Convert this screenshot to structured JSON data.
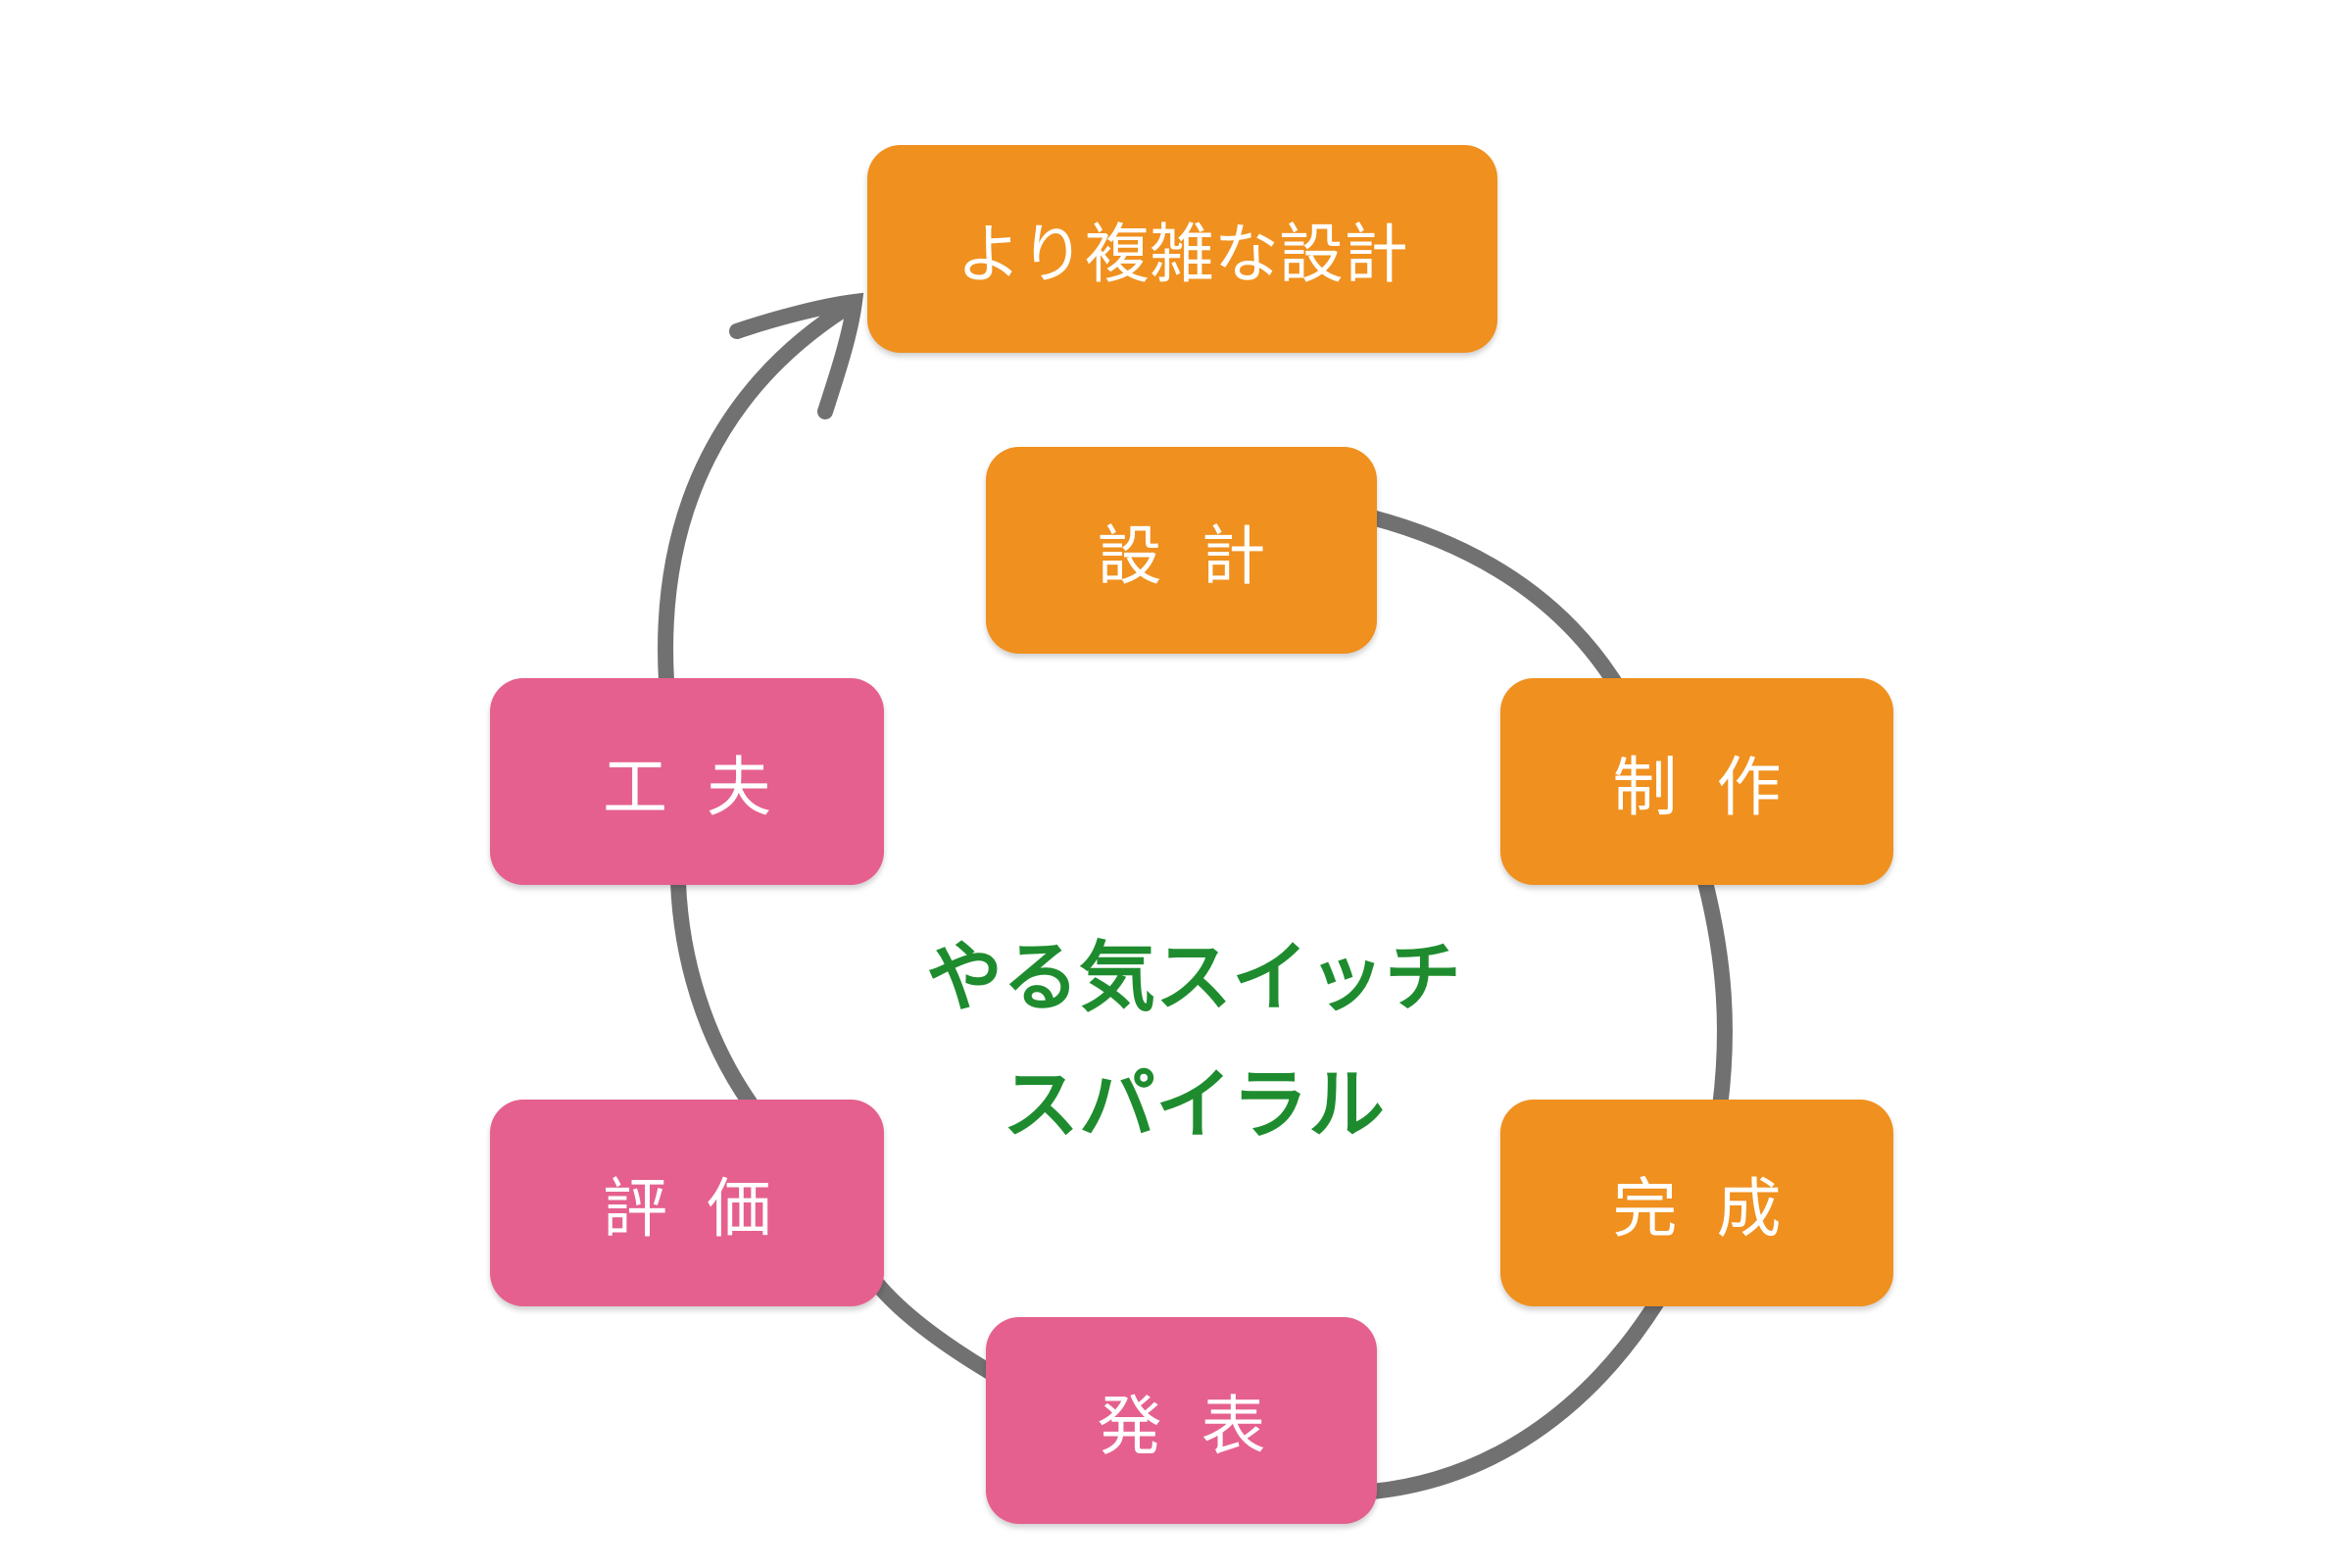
{
  "diagram": {
    "title_lines": [
      "やる気スイッチ",
      "スパイラル"
    ],
    "steps": [
      {
        "label": "設計",
        "color": "#F0901E"
      },
      {
        "label": "制作",
        "color": "#F0901E"
      },
      {
        "label": "完成",
        "color": "#F0901E"
      },
      {
        "label": "発表",
        "color": "#E5608E"
      },
      {
        "label": "評価",
        "color": "#E5608E"
      },
      {
        "label": "工夫",
        "color": "#E5608E"
      }
    ],
    "next_step": {
      "label": "より複雑な設計",
      "color": "#F0901E"
    },
    "connector_color": "#707070",
    "title_color": "#1E8C2E"
  }
}
